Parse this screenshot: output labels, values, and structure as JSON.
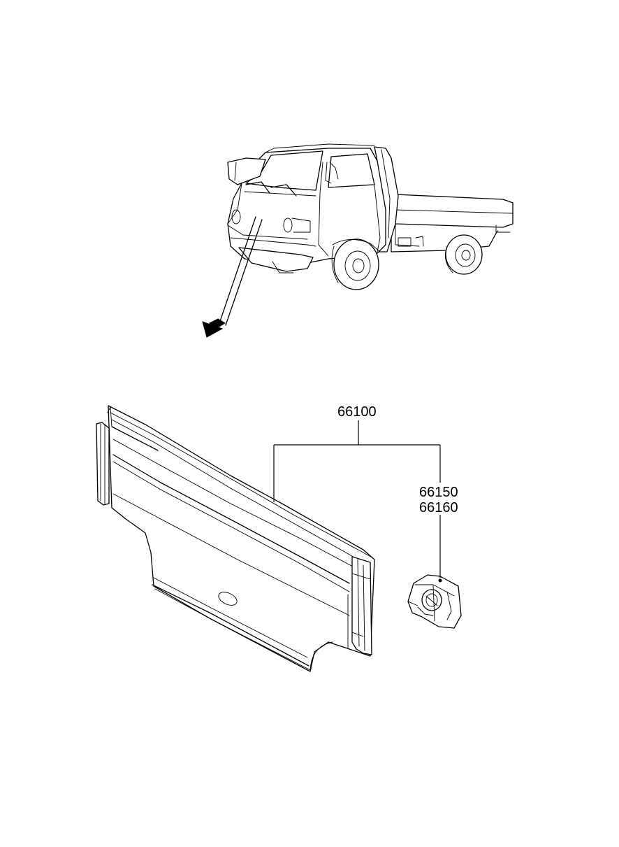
{
  "callouts": {
    "main_part": "66100",
    "sub_part_a": "66150",
    "sub_part_b": "66160"
  },
  "colors": {
    "line": "#000000",
    "background": "#ffffff"
  },
  "icons": [
    "truck-illustration",
    "pointer-arrow",
    "rear-panel-illustration",
    "lamp-bracket-illustration"
  ]
}
